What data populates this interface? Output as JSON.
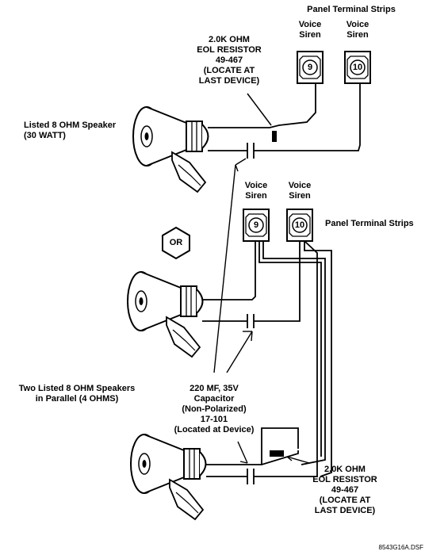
{
  "top": {
    "header": "Panel Terminal Strips",
    "terminal_a": {
      "caption": "Voice\nSiren",
      "number": "9"
    },
    "terminal_b": {
      "caption": "Voice\nSiren",
      "number": "10"
    },
    "resistor_label": "2.0K OHM\nEOL RESISTOR\n49-467\n(LOCATE AT\nLAST DEVICE)",
    "speaker_label": "Listed 8 OHM Speaker\n(30 WATT)"
  },
  "separator": "OR",
  "bottom": {
    "header": "Panel Terminal Strips",
    "terminal_a": {
      "caption": "Voice\nSiren",
      "number": "9"
    },
    "terminal_b": {
      "caption": "Voice\nSiren",
      "number": "10"
    },
    "speakers_label": "Two Listed 8 OHM Speakers\nin Parallel (4 OHMS)",
    "capacitor_label": "220 MF, 35V\nCapacitor\n(Non-Polarized)\n17-101\n(Located at Device)",
    "resistor_label": "2.0K OHM\nEOL RESISTOR\n49-467\n(LOCATE AT\nLAST DEVICE)"
  },
  "drawing_id": "8543G16A.DSF"
}
